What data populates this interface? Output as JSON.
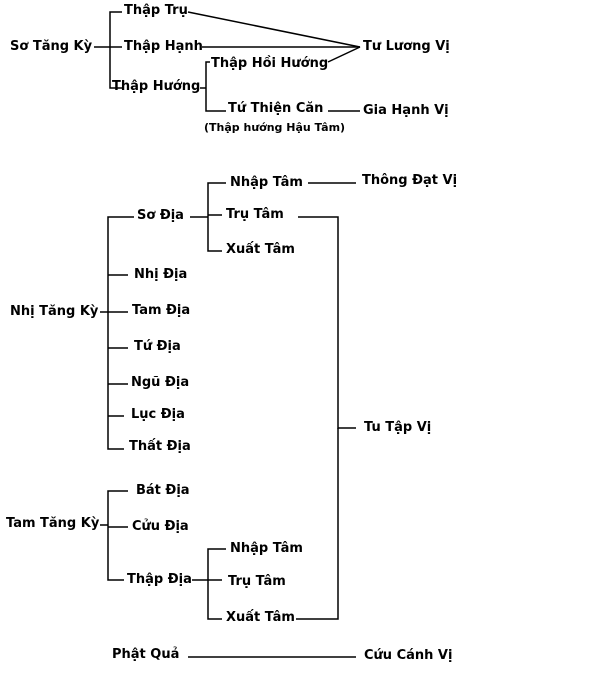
{
  "stage1": {
    "root": "Sơ Tăng Kỳ",
    "thap_tru": "Thập Trụ",
    "thap_hanh": "Thập Hạnh",
    "thap_huong": "Thập Hướng",
    "thap_hoi_huong": "Thập Hồi Hướng",
    "tu_thien_can": "Tứ Thiện Căn",
    "tu_thien_can_note": "(Thập hướng Hậu  Tâm)",
    "tu_luong_vi": "Tư Lương Vị",
    "gia_hanh_vi": "Gia Hạnh Vị"
  },
  "stage2": {
    "root": "Nhị Tăng Kỳ",
    "so_dia": "Sơ Địa",
    "nhap_tam": "Nhập Tâm",
    "tru_tam": "Trụ Tâm",
    "xuat_tam": "Xuất Tâm",
    "thong_dat_vi": "Thông Đạt Vị",
    "nhi_dia": "Nhị Địa",
    "tam_dia": "Tam Địa",
    "tu_dia": "Tứ Địa",
    "ngu_dia": "Ngũ Địa",
    "luc_dia": "Lục Địa",
    "that_dia": "Thất Địa"
  },
  "stage3": {
    "root": "Tam Tăng Kỳ",
    "bat_dia": "Bát Địa",
    "cuu_dia": "Cửu Địa",
    "thap_dia": "Thập Địa",
    "nhap_tam": "Nhập Tâm",
    "tru_tam": "Trụ Tâm",
    "xuat_tam": "Xuất Tâm"
  },
  "tu_tap_vi": "Tu Tập Vị",
  "final": {
    "phat_qua": "Phật Quả",
    "cuu_canh_vi": "Cứu Cánh Vị"
  }
}
